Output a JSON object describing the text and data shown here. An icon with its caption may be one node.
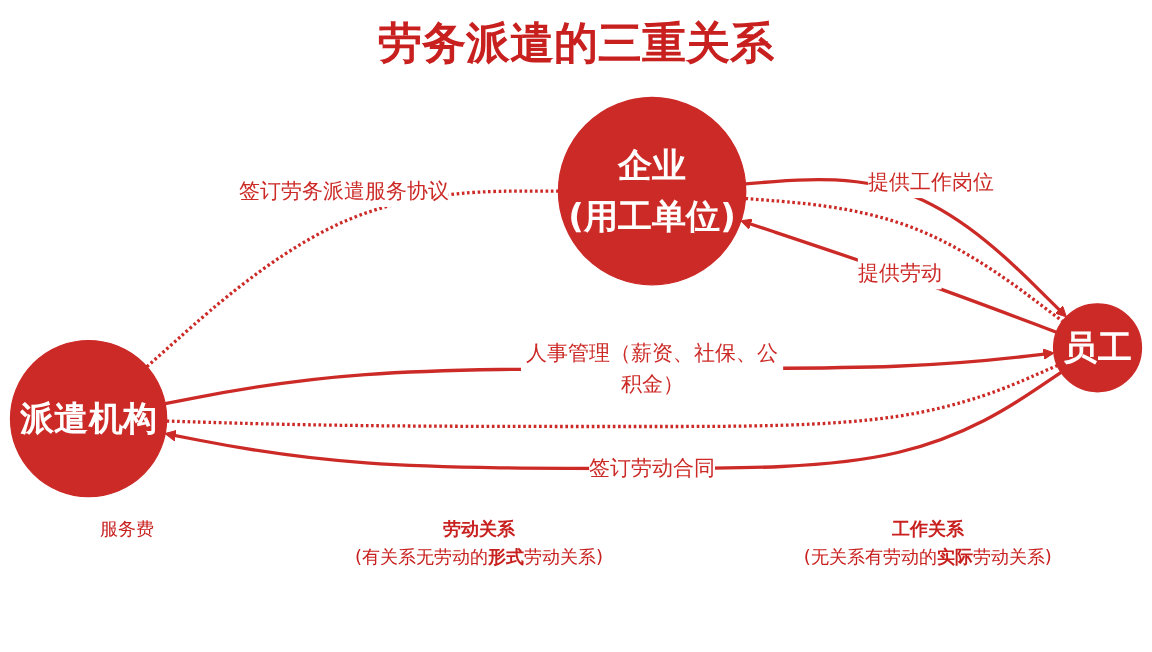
{
  "diagram": {
    "title": "劳务派遣的三重关系",
    "nodes": [
      {
        "text": [
          "派遣机构"
        ]
      },
      {
        "text": [
          "企业",
          "(用工单位)"
        ]
      },
      {
        "text": [
          "员工"
        ]
      }
    ],
    "edges": [
      {
        "from": 0,
        "to": 1,
        "arrow": "none",
        "style": "dashed",
        "label": "签订劳务派遣服务协议"
      },
      {
        "from": 2,
        "to": 0,
        "arrow": "to",
        "label": "签订劳动合同"
      },
      {
        "from": 0,
        "to": 2,
        "arrow": "to",
        "label": "人事管理（薪资、社保、公积金）"
      },
      {
        "from": 2,
        "to": 1,
        "arrow": "to",
        "label": "提供劳动"
      },
      {
        "from": 1,
        "to": 2,
        "arrow": "to",
        "label": "提供工作岗位"
      },
      {
        "from": 0,
        "to": 2,
        "arrow": "none",
        "style": "dashed"
      },
      {
        "from": 1,
        "to": 2,
        "arrow": "none",
        "style": "dashed"
      }
    ],
    "labels": [
      "服务费",
      "劳动关系",
      "(有关系无劳动的**形式**劳动关系)",
      "工作关系",
      "(无关系有劳动的**实际**劳动关系)"
    ]
  }
}
